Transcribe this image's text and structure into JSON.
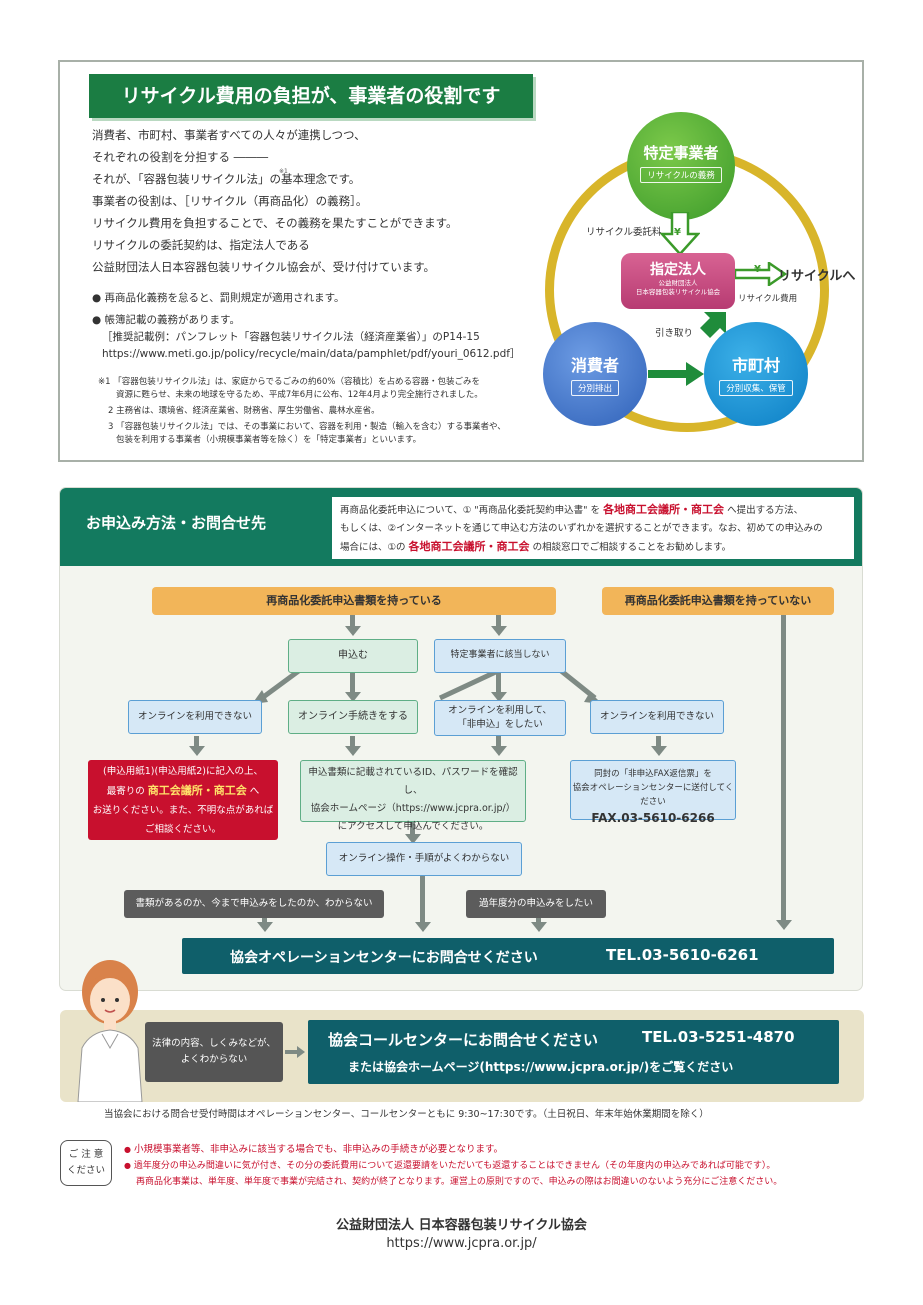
{
  "top": {
    "title": "リサイクル費用の負担が、事業者の役割です",
    "paragraphs": [
      "消費者、市町村、事業者すべての人々が連携しつつ、",
      "それぞれの役割を分担する ―――",
      "それが、「容器包装リサイクル法」の基本理念です。",
      "事業者の役割は、［リサイクル（再商品化）の義務］。",
      "リサイクル費用を負担することで、その義務を果たすことができます。",
      "リサイクルの委託契約は、指定法人である",
      "公益財団法人日本容器包装リサイクル協会が、受け付けています。"
    ],
    "sup1": "※1",
    "bullets": [
      "● 再商品化義務を怠ると、罰則規定が適用されます。",
      "● 帳簿記載の義務があります。"
    ],
    "bullet_detail": [
      "［推奨記載例：パンフレット「容器包装リサイクル法（経済産業省）」のP14-15",
      "https://www.meti.go.jp/policy/recycle/main/data/pamphlet/pdf/youri_0612.pdf］"
    ],
    "notes": [
      "※1 「容器包装リサイクル法」は、家庭からでるごみの約60%（容積比）を占める容器・包装ごみを",
      "資源に甦らせ、未来の地球を守るため、平成7年6月に公布、12年4月より完全施行されました。",
      "2 主務省は、環境省、経済産業省、財務省、厚生労働省、農林水産省。",
      "3 「容器包装リサイクル法」では、その事業において、容器を利用・製造（輸入を含む）する事業者や、",
      "包装を利用する事業者（小規模事業者等を除く）を「特定事業者」といいます。"
    ]
  },
  "diagram": {
    "specified_business": {
      "name": "特定事業者",
      "tag": "リサイクルの義務"
    },
    "designated": {
      "name": "指定法人",
      "sub1": "公益財団法人",
      "sub2": "日本容器包装リサイクル協会"
    },
    "consumer": {
      "name": "消費者",
      "tag": "分別排出"
    },
    "municipality": {
      "name": "市町村",
      "tag": "分別収集、保管"
    },
    "label_fee": "リサイクル委託料",
    "yen": "¥",
    "label_recycle": "リサイクルへ",
    "label_cost": "リサイクル費用",
    "label_pickup": "引き取り"
  },
  "apply": {
    "title": "お申込み方法・お問合せ先",
    "intro": {
      "p1": "再商品化委託申込について、① \"再商品化委託契約申込書\" を ",
      "p1_red": "各地商工会議所・商工会",
      "p1_tail": " へ提出する方法、",
      "p2": "もしくは、②インターネットを通じて申込む方法のいずれかを選択することができます。なお、初めての申込みの",
      "p3": "場合には、①の ",
      "p3_red": "各地商工会議所・商工会",
      "p3_tail": " の相談窓口でご相談することをお勧めします。"
    },
    "have_docs": "再商品化委託申込書類を持っている",
    "no_docs": "再商品化委託申込書類を持っていない",
    "apply_box": "申込む",
    "not_applicable": "特定事業者に該当しない",
    "online_unavailable_1": "オンラインを利用できない",
    "online_procedure": "オンライン手続きをする",
    "online_nonapply_1": "オンラインを利用して、",
    "online_nonapply_2": "「非申込」をしたい",
    "online_unavailable_2": "オンラインを利用できない",
    "red_box": {
      "l1": "(申込用紙1)(申込用紙2)に記入の上、",
      "l2a": "最寄りの ",
      "l2b": "商工会議所・商工会",
      "l2c": " へ",
      "l3": "お送りください。また、不明な点があれば",
      "l4": "ご相談ください。"
    },
    "id_box": [
      "申込書類に記載されているID、パスワードを確認し、",
      "協会ホームページ（https://www.jcpra.or.jp/）",
      "にアクセスして申込んでください。"
    ],
    "fax_box": {
      "l1": "同封の「非申込FAX返信票」を",
      "l2": "協会オペレーションセンターに送付してください",
      "l3": "FAX.03-5610-6266"
    },
    "online_unclear": "オンライン操作・手順がよくわからない",
    "unknown_status": "書類があるのか、今まで申込みをしたのか、わからない",
    "past_year": "過年度分の申込みをしたい",
    "op_center": "協会オペレーションセンターにお問合せください",
    "op_tel": "TEL.03-5610-6261"
  },
  "call": {
    "question_1": "法律の内容、しくみなどが、",
    "question_2": "よくわからない",
    "line1": "協会コールセンターにお問合せください",
    "tel": "TEL.03-5251-4870",
    "line2": "または協会ホームページ(https://www.jcpra.or.jp/)をご覧ください"
  },
  "hours": "当協会における問合せ受付時間はオペレーションセンター、コールセンターともに 9:30~17:30です。（土日祝日、年末年始休業期間を除く）",
  "caution": {
    "badge1": "ご 注 意",
    "badge2": "ください",
    "items": [
      "小規模事業者等、非申込みに該当する場合でも、非申込みの手続きが必要となります。",
      "過年度分の申込み間違いに気が付き、その分の委託費用について返還要請をいただいても返還することはできません（その年度内の申込みであれば可能です）。",
      "再商品化事業は、単年度、単年度で事業が完結され、契約が終了となります。運営上の原則ですので、申込みの際はお間違いのないよう充分にご注意ください。"
    ]
  },
  "footer": {
    "org": "公益財団法人 日本容器包装リサイクル協会",
    "url": "https://www.jcpra.or.jp/"
  },
  "colors": {
    "green": "#1b7d43",
    "teal": "#0f5f6a",
    "orange": "#f2b559",
    "red": "#c8102e",
    "gold": "#d8b52a"
  }
}
